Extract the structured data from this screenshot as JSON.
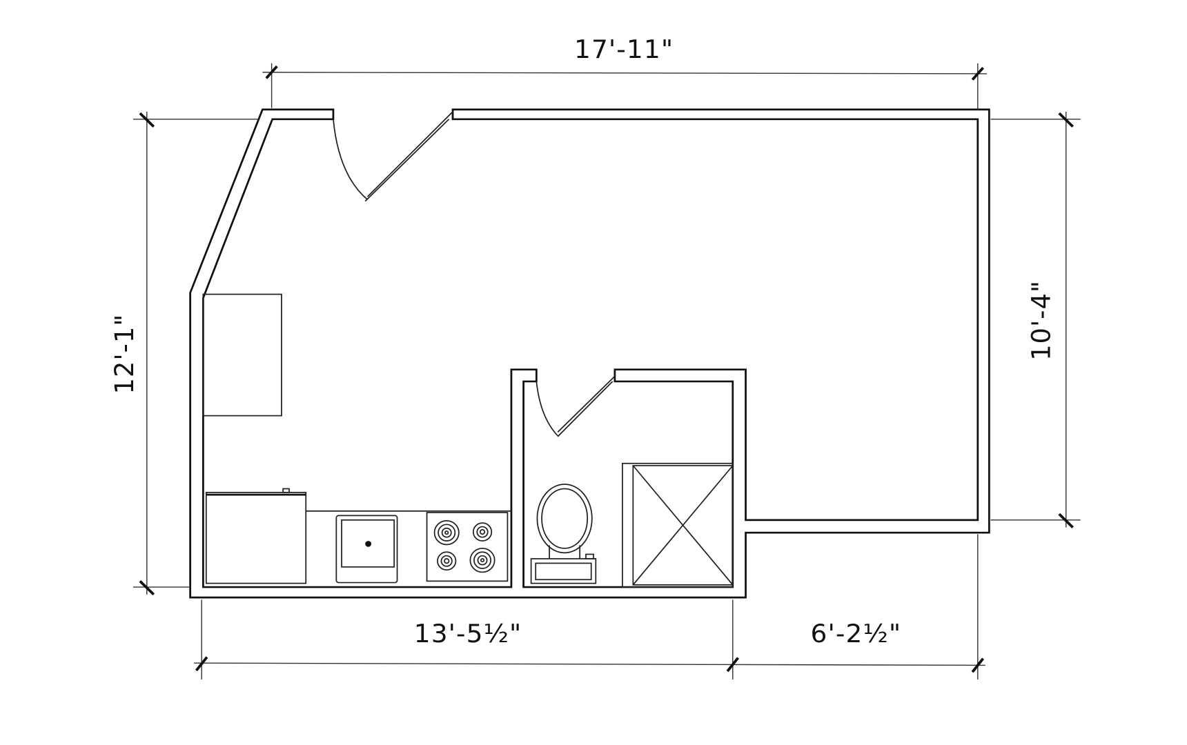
{
  "plan": {
    "dimensions": {
      "top_width": "17'-11\"",
      "left_height": "12'-1\"",
      "right_height": "10'-4\"",
      "bottom_left_width": "13'-5½\"",
      "bottom_right_width": "6'-2½\""
    },
    "fixtures": [
      "refrigerator",
      "sink",
      "stove",
      "cabinet",
      "toilet",
      "shower"
    ],
    "colors": {
      "line": "#111111",
      "background": "#ffffff"
    }
  }
}
